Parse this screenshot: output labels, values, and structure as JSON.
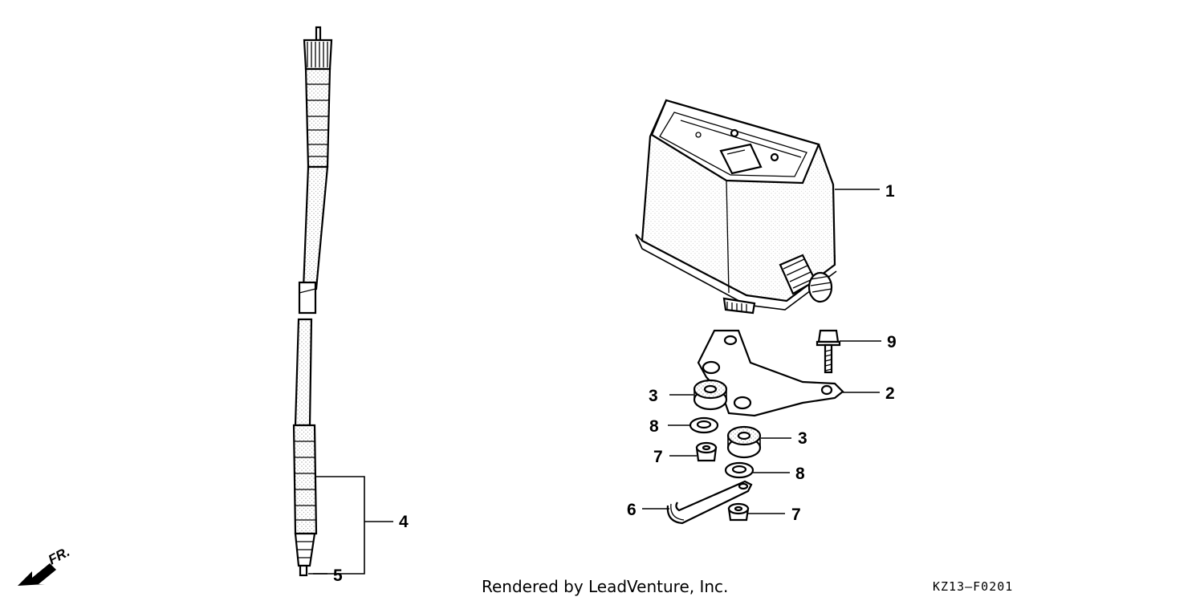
{
  "callouts": {
    "c1": "1",
    "c2": "2",
    "c3a": "3",
    "c3b": "3",
    "c4": "4",
    "c5": "5",
    "c6": "6",
    "c7a": "7",
    "c7b": "7",
    "c8a": "8",
    "c8b": "8",
    "c9": "9"
  },
  "footer": {
    "credit": "Rendered by LeadVenture, Inc.",
    "diagram_code": "KZ13–F0201"
  },
  "direction_label": "FR.",
  "icons": {
    "direction": "front-direction-arrow-icon"
  }
}
